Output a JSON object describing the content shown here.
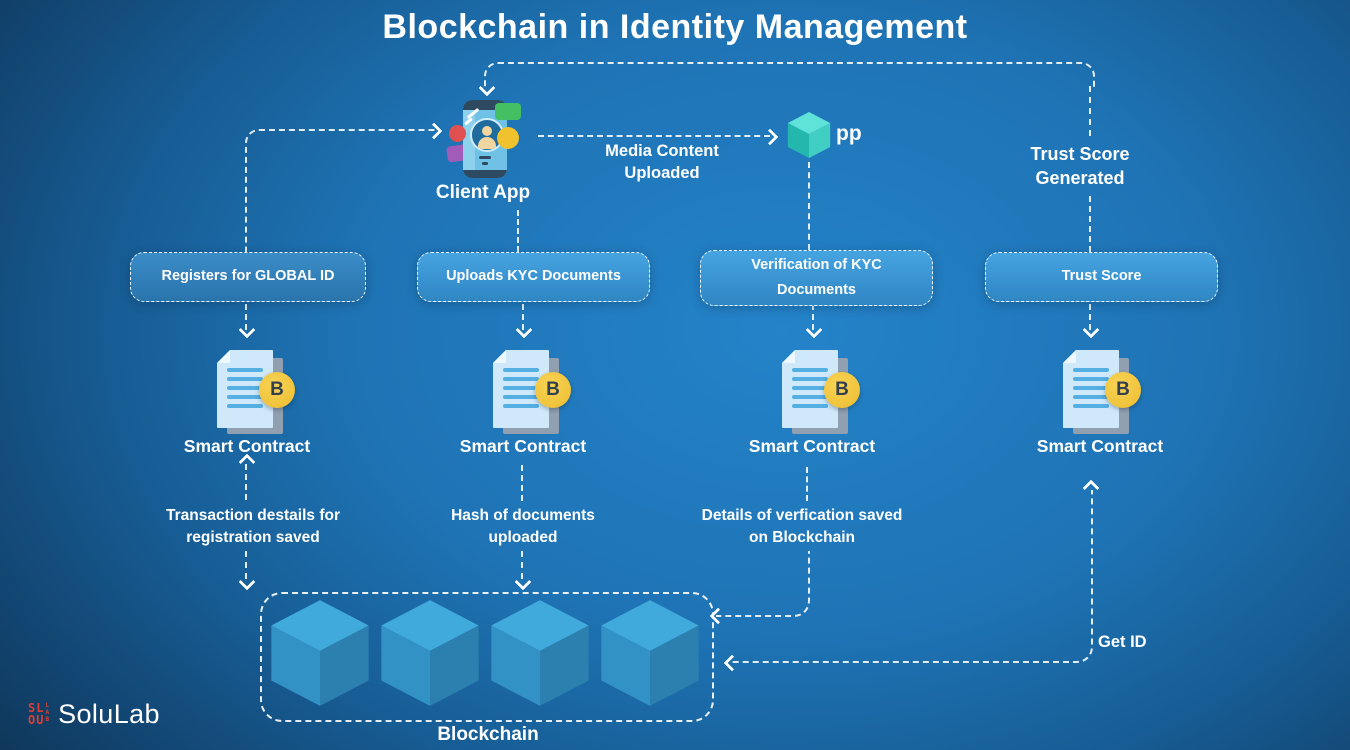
{
  "title": "Blockchain in Identity Management",
  "client_app": {
    "label": "Client App"
  },
  "flow_labels": {
    "media_upload": "Media Content\nUploaded",
    "app_cube": "pp",
    "trust_generated": "Trust Score\nGenerated",
    "get_id": "Get ID"
  },
  "coin_glyph": "B",
  "columns": [
    {
      "box": "Registers for GLOBAL ID",
      "contract": "Smart Contract",
      "note": "Transaction destails for\nregistration saved"
    },
    {
      "box": "Uploads KYC Documents",
      "contract": "Smart Contract",
      "note": "Hash of documents\nuploaded"
    },
    {
      "box": "Verification  of KYC\nDocuments",
      "contract": "Smart Contract",
      "note": "Details of verfication saved\non Blockchain"
    },
    {
      "box": "Trust Score",
      "contract": "Smart Contract",
      "note": ""
    }
  ],
  "blockchain": {
    "label": "Blockchain"
  },
  "brand": {
    "name": "SoluLab",
    "mark_line1": "SL",
    "mark_line2": "OU",
    "mark_side": "LAB"
  },
  "colors": {
    "bg_center": "#2483c9",
    "bg_edge": "#0b2338",
    "box_fill_top": "#46a4e1",
    "box_fill_bottom": "#2f86c3",
    "dash": "#ffffff",
    "cube_top": "#41aadc",
    "cube_left": "#3392c5",
    "cube_right": "#2c80af",
    "teal_cube_top": "#5fe2d8",
    "teal_cube_left": "#23b7ae",
    "teal_cube_right": "#41cfc4",
    "coin": "#f0c33a",
    "brand_red": "#d94036"
  }
}
